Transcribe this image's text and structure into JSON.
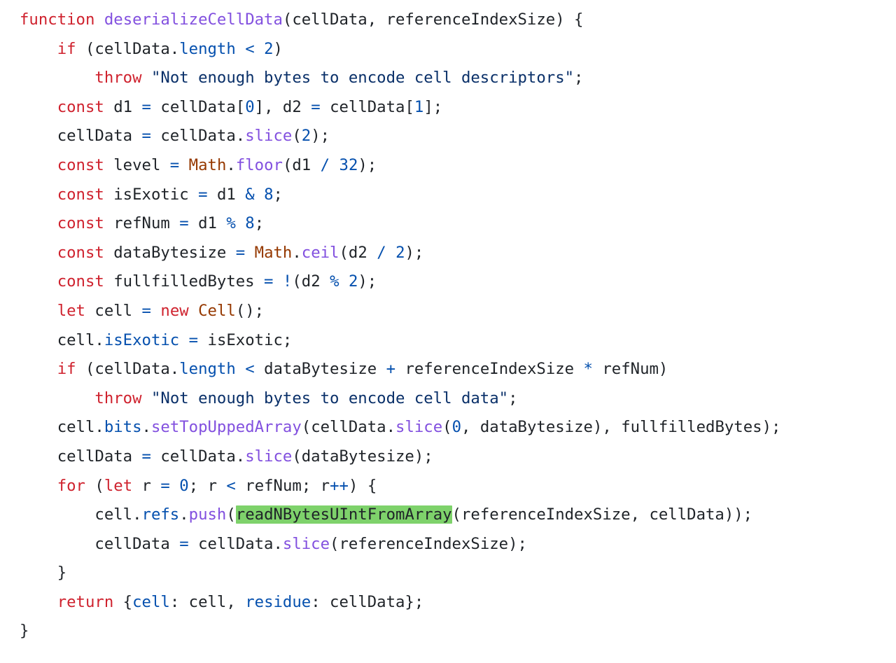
{
  "editor": {
    "colors": {
      "background": "#ffffff",
      "keyword": "#cf222e",
      "function": "#8250df",
      "string": "#0a3069",
      "number": "#0550ae",
      "operator": "#0550ae",
      "property": "#0550ae",
      "class": "#953800",
      "plain": "#1f2328",
      "highlight": "#7ed26b"
    },
    "lines": [
      [
        {
          "t": "function",
          "c": "kw"
        },
        {
          "t": " ",
          "c": "pl"
        },
        {
          "t": "deserializeCellData",
          "c": "fn"
        },
        {
          "t": "(cellData, referenceIndexSize) {",
          "c": "pl"
        }
      ],
      [
        {
          "t": "    ",
          "c": "pl"
        },
        {
          "t": "if",
          "c": "kw"
        },
        {
          "t": " (cellData.",
          "c": "pl"
        },
        {
          "t": "length",
          "c": "prop"
        },
        {
          "t": " ",
          "c": "pl"
        },
        {
          "t": "<",
          "c": "op"
        },
        {
          "t": " ",
          "c": "pl"
        },
        {
          "t": "2",
          "c": "num"
        },
        {
          "t": ")",
          "c": "pl"
        }
      ],
      [
        {
          "t": "        ",
          "c": "pl"
        },
        {
          "t": "throw",
          "c": "kw"
        },
        {
          "t": " ",
          "c": "pl"
        },
        {
          "t": "\"Not enough bytes to encode cell descriptors\"",
          "c": "str"
        },
        {
          "t": ";",
          "c": "pl"
        }
      ],
      [
        {
          "t": "    ",
          "c": "pl"
        },
        {
          "t": "const",
          "c": "kw"
        },
        {
          "t": " d1 ",
          "c": "pl"
        },
        {
          "t": "=",
          "c": "op"
        },
        {
          "t": " cellData[",
          "c": "pl"
        },
        {
          "t": "0",
          "c": "num"
        },
        {
          "t": "], d2 ",
          "c": "pl"
        },
        {
          "t": "=",
          "c": "op"
        },
        {
          "t": " cellData[",
          "c": "pl"
        },
        {
          "t": "1",
          "c": "num"
        },
        {
          "t": "];",
          "c": "pl"
        }
      ],
      [
        {
          "t": "    cellData ",
          "c": "pl"
        },
        {
          "t": "=",
          "c": "op"
        },
        {
          "t": " cellData.",
          "c": "pl"
        },
        {
          "t": "slice",
          "c": "fn"
        },
        {
          "t": "(",
          "c": "pl"
        },
        {
          "t": "2",
          "c": "num"
        },
        {
          "t": ");",
          "c": "pl"
        }
      ],
      [
        {
          "t": "    ",
          "c": "pl"
        },
        {
          "t": "const",
          "c": "kw"
        },
        {
          "t": " level ",
          "c": "pl"
        },
        {
          "t": "=",
          "c": "op"
        },
        {
          "t": " ",
          "c": "pl"
        },
        {
          "t": "Math",
          "c": "cls"
        },
        {
          "t": ".",
          "c": "pl"
        },
        {
          "t": "floor",
          "c": "fn"
        },
        {
          "t": "(d1 ",
          "c": "pl"
        },
        {
          "t": "/",
          "c": "op"
        },
        {
          "t": " ",
          "c": "pl"
        },
        {
          "t": "32",
          "c": "num"
        },
        {
          "t": ");",
          "c": "pl"
        }
      ],
      [
        {
          "t": "    ",
          "c": "pl"
        },
        {
          "t": "const",
          "c": "kw"
        },
        {
          "t": " isExotic ",
          "c": "pl"
        },
        {
          "t": "=",
          "c": "op"
        },
        {
          "t": " d1 ",
          "c": "pl"
        },
        {
          "t": "&",
          "c": "op"
        },
        {
          "t": " ",
          "c": "pl"
        },
        {
          "t": "8",
          "c": "num"
        },
        {
          "t": ";",
          "c": "pl"
        }
      ],
      [
        {
          "t": "    ",
          "c": "pl"
        },
        {
          "t": "const",
          "c": "kw"
        },
        {
          "t": " refNum ",
          "c": "pl"
        },
        {
          "t": "=",
          "c": "op"
        },
        {
          "t": " d1 ",
          "c": "pl"
        },
        {
          "t": "%",
          "c": "op"
        },
        {
          "t": " ",
          "c": "pl"
        },
        {
          "t": "8",
          "c": "num"
        },
        {
          "t": ";",
          "c": "pl"
        }
      ],
      [
        {
          "t": "    ",
          "c": "pl"
        },
        {
          "t": "const",
          "c": "kw"
        },
        {
          "t": " dataBytesize ",
          "c": "pl"
        },
        {
          "t": "=",
          "c": "op"
        },
        {
          "t": " ",
          "c": "pl"
        },
        {
          "t": "Math",
          "c": "cls"
        },
        {
          "t": ".",
          "c": "pl"
        },
        {
          "t": "ceil",
          "c": "fn"
        },
        {
          "t": "(d2 ",
          "c": "pl"
        },
        {
          "t": "/",
          "c": "op"
        },
        {
          "t": " ",
          "c": "pl"
        },
        {
          "t": "2",
          "c": "num"
        },
        {
          "t": ");",
          "c": "pl"
        }
      ],
      [
        {
          "t": "    ",
          "c": "pl"
        },
        {
          "t": "const",
          "c": "kw"
        },
        {
          "t": " fullfilledBytes ",
          "c": "pl"
        },
        {
          "t": "=",
          "c": "op"
        },
        {
          "t": " ",
          "c": "pl"
        },
        {
          "t": "!",
          "c": "op"
        },
        {
          "t": "(d2 ",
          "c": "pl"
        },
        {
          "t": "%",
          "c": "op"
        },
        {
          "t": " ",
          "c": "pl"
        },
        {
          "t": "2",
          "c": "num"
        },
        {
          "t": ");",
          "c": "pl"
        }
      ],
      [
        {
          "t": "    ",
          "c": "pl"
        },
        {
          "t": "let",
          "c": "kw"
        },
        {
          "t": " cell ",
          "c": "pl"
        },
        {
          "t": "=",
          "c": "op"
        },
        {
          "t": " ",
          "c": "pl"
        },
        {
          "t": "new",
          "c": "kw"
        },
        {
          "t": " ",
          "c": "pl"
        },
        {
          "t": "Cell",
          "c": "cls"
        },
        {
          "t": "();",
          "c": "pl"
        }
      ],
      [
        {
          "t": "    cell.",
          "c": "pl"
        },
        {
          "t": "isExotic",
          "c": "prop"
        },
        {
          "t": " ",
          "c": "pl"
        },
        {
          "t": "=",
          "c": "op"
        },
        {
          "t": " isExotic;",
          "c": "pl"
        }
      ],
      [
        {
          "t": "    ",
          "c": "pl"
        },
        {
          "t": "if",
          "c": "kw"
        },
        {
          "t": " (cellData.",
          "c": "pl"
        },
        {
          "t": "length",
          "c": "prop"
        },
        {
          "t": " ",
          "c": "pl"
        },
        {
          "t": "<",
          "c": "op"
        },
        {
          "t": " dataBytesize ",
          "c": "pl"
        },
        {
          "t": "+",
          "c": "op"
        },
        {
          "t": " referenceIndexSize ",
          "c": "pl"
        },
        {
          "t": "*",
          "c": "op"
        },
        {
          "t": " refNum)",
          "c": "pl"
        }
      ],
      [
        {
          "t": "        ",
          "c": "pl"
        },
        {
          "t": "throw",
          "c": "kw"
        },
        {
          "t": " ",
          "c": "pl"
        },
        {
          "t": "\"Not enough bytes to encode cell data\"",
          "c": "str"
        },
        {
          "t": ";",
          "c": "pl"
        }
      ],
      [
        {
          "t": "    cell.",
          "c": "pl"
        },
        {
          "t": "bits",
          "c": "prop"
        },
        {
          "t": ".",
          "c": "pl"
        },
        {
          "t": "setTopUppedArray",
          "c": "fn"
        },
        {
          "t": "(cellData.",
          "c": "pl"
        },
        {
          "t": "slice",
          "c": "fn"
        },
        {
          "t": "(",
          "c": "pl"
        },
        {
          "t": "0",
          "c": "num"
        },
        {
          "t": ", dataBytesize), fullfilledBytes);",
          "c": "pl"
        }
      ],
      [
        {
          "t": "    cellData ",
          "c": "pl"
        },
        {
          "t": "=",
          "c": "op"
        },
        {
          "t": " cellData.",
          "c": "pl"
        },
        {
          "t": "slice",
          "c": "fn"
        },
        {
          "t": "(dataBytesize);",
          "c": "pl"
        }
      ],
      [
        {
          "t": "    ",
          "c": "pl"
        },
        {
          "t": "for",
          "c": "kw"
        },
        {
          "t": " (",
          "c": "pl"
        },
        {
          "t": "let",
          "c": "kw"
        },
        {
          "t": " r ",
          "c": "pl"
        },
        {
          "t": "=",
          "c": "op"
        },
        {
          "t": " ",
          "c": "pl"
        },
        {
          "t": "0",
          "c": "num"
        },
        {
          "t": "; r ",
          "c": "pl"
        },
        {
          "t": "<",
          "c": "op"
        },
        {
          "t": " refNum; r",
          "c": "pl"
        },
        {
          "t": "++",
          "c": "op"
        },
        {
          "t": ") {",
          "c": "pl"
        }
      ],
      [
        {
          "t": "        cell.",
          "c": "pl"
        },
        {
          "t": "refs",
          "c": "prop"
        },
        {
          "t": ".",
          "c": "pl"
        },
        {
          "t": "push",
          "c": "fn"
        },
        {
          "t": "(",
          "c": "pl"
        },
        {
          "t": "readNBytesUIntFromArray",
          "c": "hl"
        },
        {
          "t": "(referenceIndexSize, cellData));",
          "c": "pl"
        }
      ],
      [
        {
          "t": "        cellData ",
          "c": "pl"
        },
        {
          "t": "=",
          "c": "op"
        },
        {
          "t": " cellData.",
          "c": "pl"
        },
        {
          "t": "slice",
          "c": "fn"
        },
        {
          "t": "(referenceIndexSize);",
          "c": "pl"
        }
      ],
      [
        {
          "t": "    }",
          "c": "pl"
        }
      ],
      [
        {
          "t": "    ",
          "c": "pl"
        },
        {
          "t": "return",
          "c": "kw"
        },
        {
          "t": " {",
          "c": "pl"
        },
        {
          "t": "cell",
          "c": "prop"
        },
        {
          "t": ": cell, ",
          "c": "pl"
        },
        {
          "t": "residue",
          "c": "prop"
        },
        {
          "t": ": cellData};",
          "c": "pl"
        }
      ],
      [
        {
          "t": "}",
          "c": "pl"
        }
      ]
    ]
  }
}
